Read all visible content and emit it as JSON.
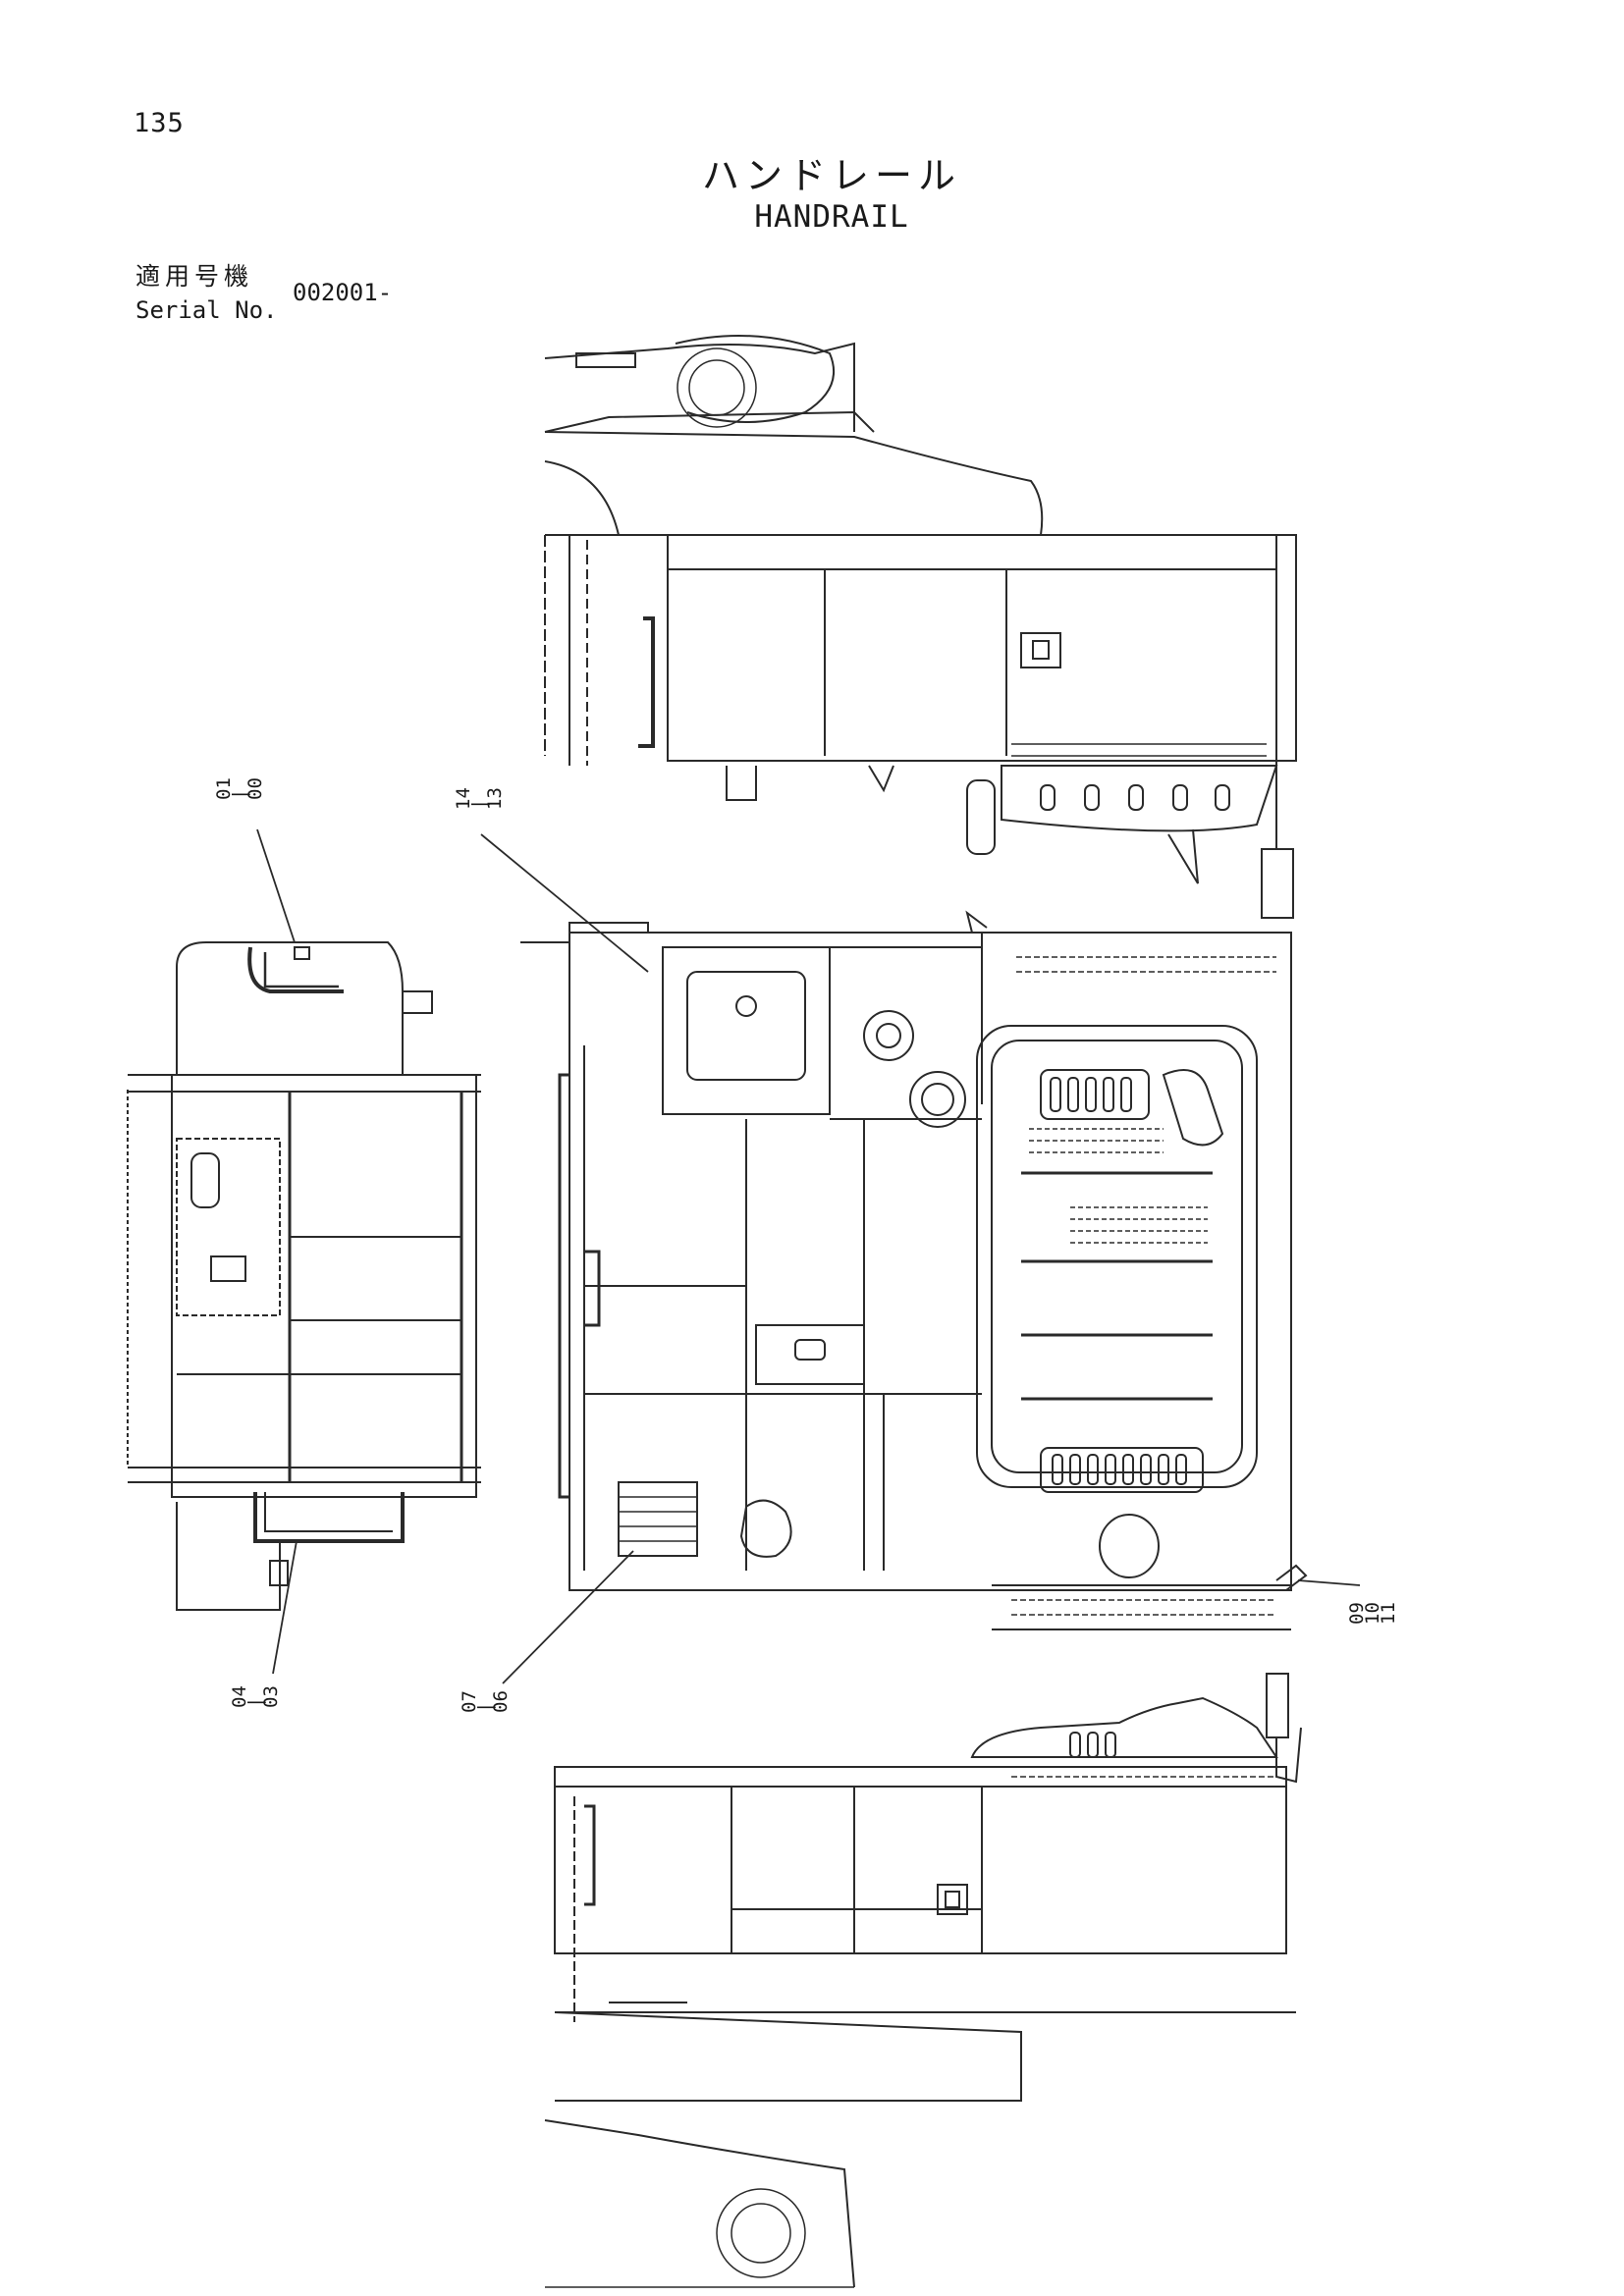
{
  "page_number": "135",
  "title_jp": "ハンドレール",
  "title_en": "HANDRAIL",
  "serial_label_jp": "適用号機",
  "serial_label_en": "Serial No.",
  "serial_value": "002001-",
  "callouts": [
    {
      "id": "c-01-00",
      "lines": [
        "01",
        "|",
        "00"
      ]
    },
    {
      "id": "c-14-13",
      "lines": [
        "14",
        "|",
        "13"
      ]
    },
    {
      "id": "c-04-03",
      "lines": [
        "04",
        "|",
        "03"
      ]
    },
    {
      "id": "c-07-06",
      "lines": [
        "07",
        "|",
        "06"
      ]
    },
    {
      "id": "c-09-11",
      "lines": [
        "09",
        "10",
        "11"
      ]
    }
  ]
}
